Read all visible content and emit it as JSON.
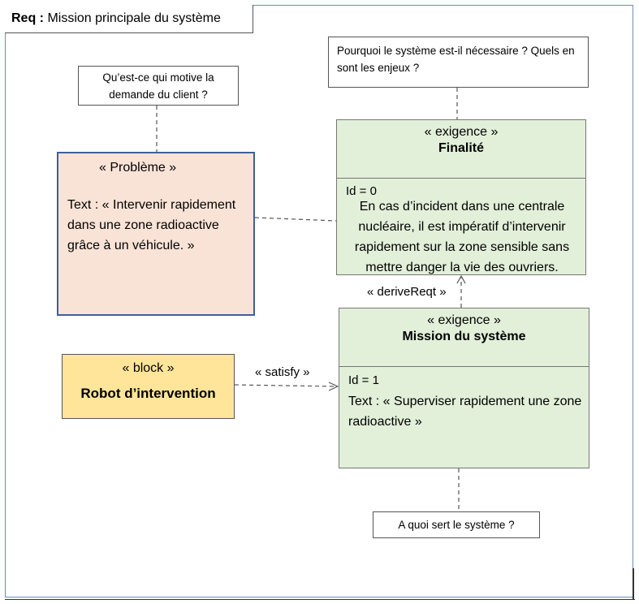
{
  "diagram_title": {
    "kind": "Req :",
    "name": "Mission principale du système"
  },
  "notes": {
    "client_motive": "Qu’est-ce qui motive la demande du client ?",
    "why_needed": "Pourquoi le système est-il nécessaire ? Quels en sont les enjeux ?",
    "purpose": "A quoi sert le système ?"
  },
  "probleme": {
    "stereotype": "« Problème »",
    "text": "Text : « Intervenir rapidement dans une zone radioactive grâce à un véhicule. »"
  },
  "finalite": {
    "stereotype": "« exigence »",
    "name": "Finalité",
    "id": "Id = 0",
    "text": "En cas d’incident dans une centrale nucléaire, il est impératif d’intervenir rapidement sur la zone sensible sans mettre danger la vie des ouvriers."
  },
  "mission": {
    "stereotype": "« exigence »",
    "name": "Mission du système",
    "id": "Id = 1",
    "text": "Text : « Superviser rapidement une zone radioactive »"
  },
  "block": {
    "stereotype": "« block »",
    "name": "Robot d’intervention"
  },
  "relations": {
    "derive": "« deriveReqt »",
    "satisfy": "« satisfy »"
  },
  "colors": {
    "frame": "#6b8fbf",
    "probleme_fill": "#f9e3d7",
    "exigence_fill": "#e2efd9",
    "block_fill": "#ffe59a"
  }
}
